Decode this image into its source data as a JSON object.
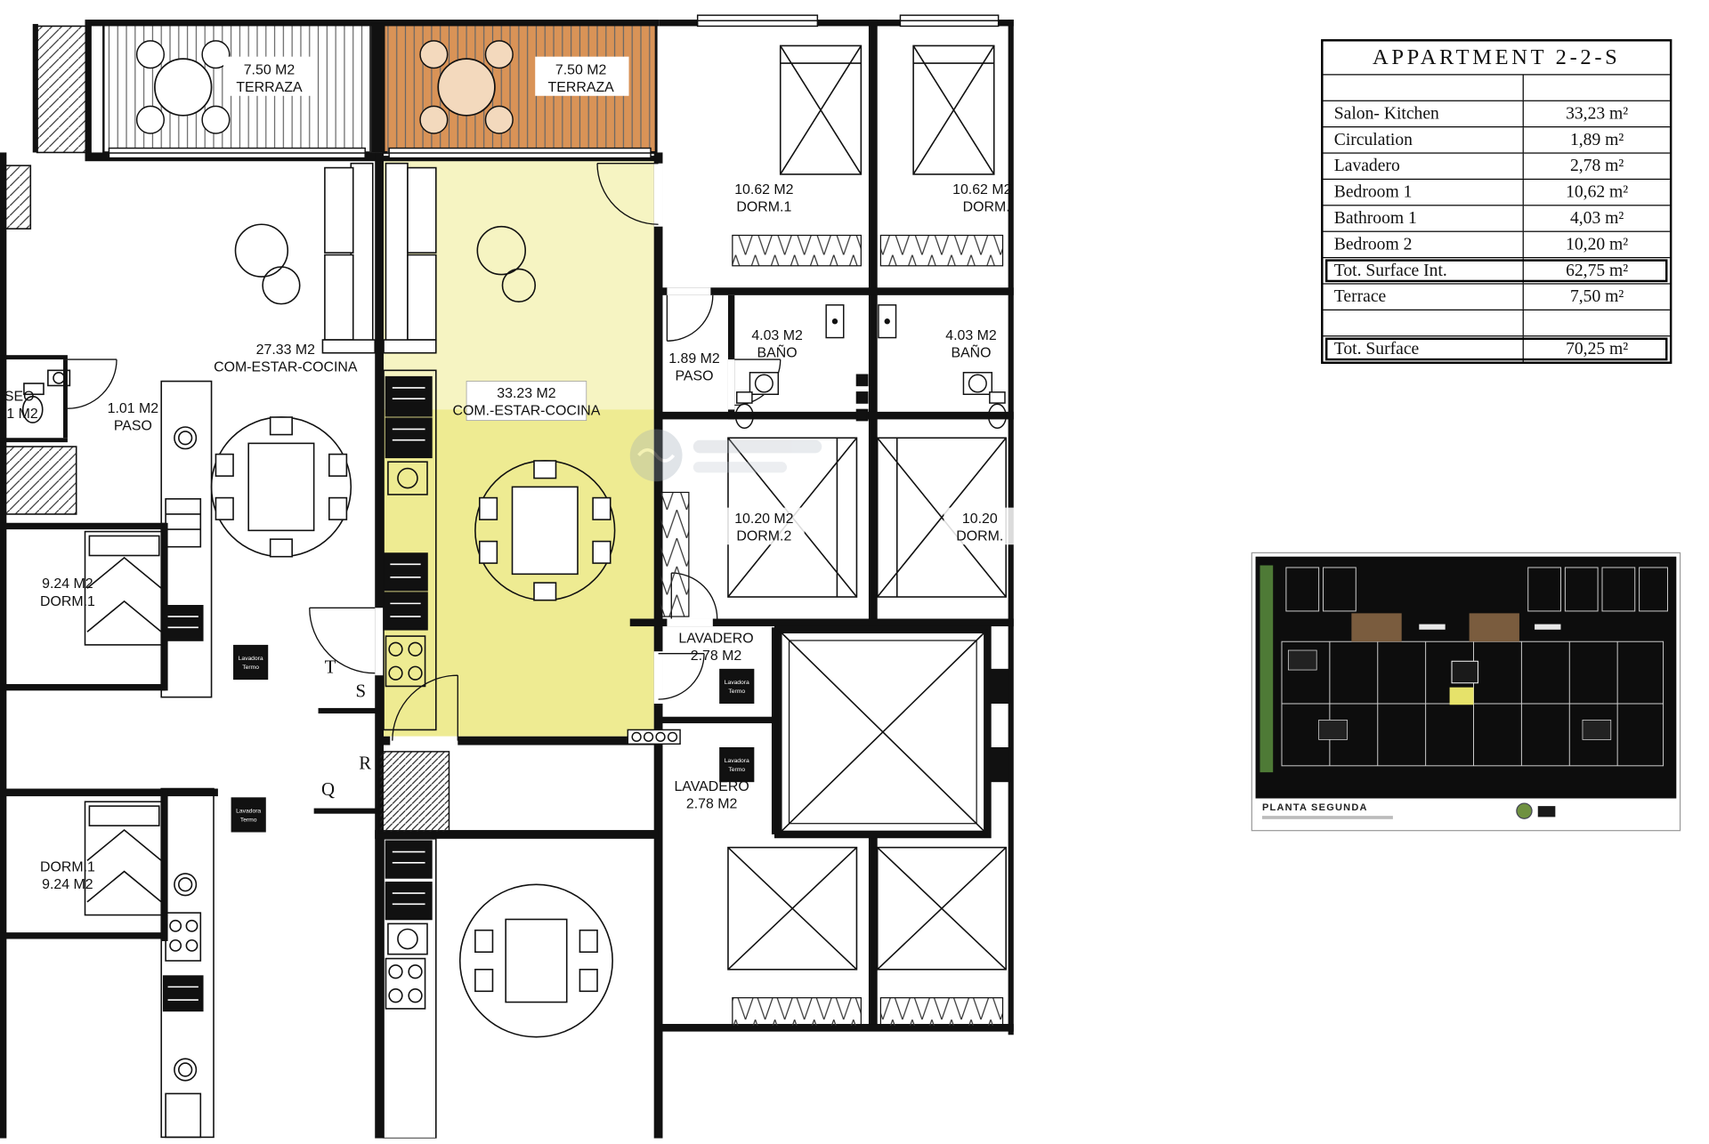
{
  "summary_table": {
    "title": "APPARTMENT 2-2-S",
    "rows": [
      {
        "label": "Salon- Kitchen",
        "value": "33,23 m²"
      },
      {
        "label": "Circulation",
        "value": "1,89 m²"
      },
      {
        "label": "Lavadero",
        "value": "2,78 m²"
      },
      {
        "label": "Bedroom 1",
        "value": "10,62 m²"
      },
      {
        "label": "Bathroom 1",
        "value": "4,03 m²"
      },
      {
        "label": "Bedroom 2",
        "value": "10,20 m²"
      },
      {
        "label": "Tot. Surface Int.",
        "value": "62,75 m²"
      },
      {
        "label": "Terrace",
        "value": "7,50 m²"
      },
      {
        "label": "Tot. Surface",
        "value": "70,25 m²"
      }
    ]
  },
  "plan_labels": [
    {
      "l1": "7.50 M2",
      "l2": "TERRAZA"
    },
    {
      "l1": "7.50 M2",
      "l2": "TERRAZA"
    },
    {
      "l1": "10.62 M2",
      "l2": "DORM.1"
    },
    {
      "l1": "10.62 M2",
      "l2": "DORM."
    },
    {
      "l1": "27.33 M2",
      "l2": "COM-ESTAR-COCINA"
    },
    {
      "l1": "33.23 M2",
      "l2": "COM.-ESTAR-COCINA"
    },
    {
      "l1": "1.89 M2",
      "l2": "PASO"
    },
    {
      "l1": "4.03 M2",
      "l2": "BAÑO"
    },
    {
      "l1": "4.03 M2",
      "l2": "BAÑO"
    },
    {
      "l1": "1.01 M2",
      "l2": "PASO"
    },
    {
      "l1": "SEO",
      "l2": "1 M2"
    },
    {
      "l1": "9.24 M2",
      "l2": "DORM.1"
    },
    {
      "l1": "10.20 M2",
      "l2": "DORM.2"
    },
    {
      "l1": "10.20",
      "l2": "DORM."
    },
    {
      "l1": "LAVADERO",
      "l2": "2.78 M2"
    },
    {
      "l1": "LAVADERO",
      "l2": "2.78 M2"
    },
    {
      "l1": "DORM.1",
      "l2": "9.24 M2"
    }
  ],
  "stair_letters": [
    "T",
    "S",
    "R",
    "Q"
  ],
  "washer": {
    "l1": "Lavadora",
    "l2": "Termo"
  },
  "thumbnail": {
    "caption": "PLANTA SEGUNDA"
  },
  "colors": {
    "highlight_room": "#eeeb92",
    "highlight_terrace": "#d99357"
  }
}
